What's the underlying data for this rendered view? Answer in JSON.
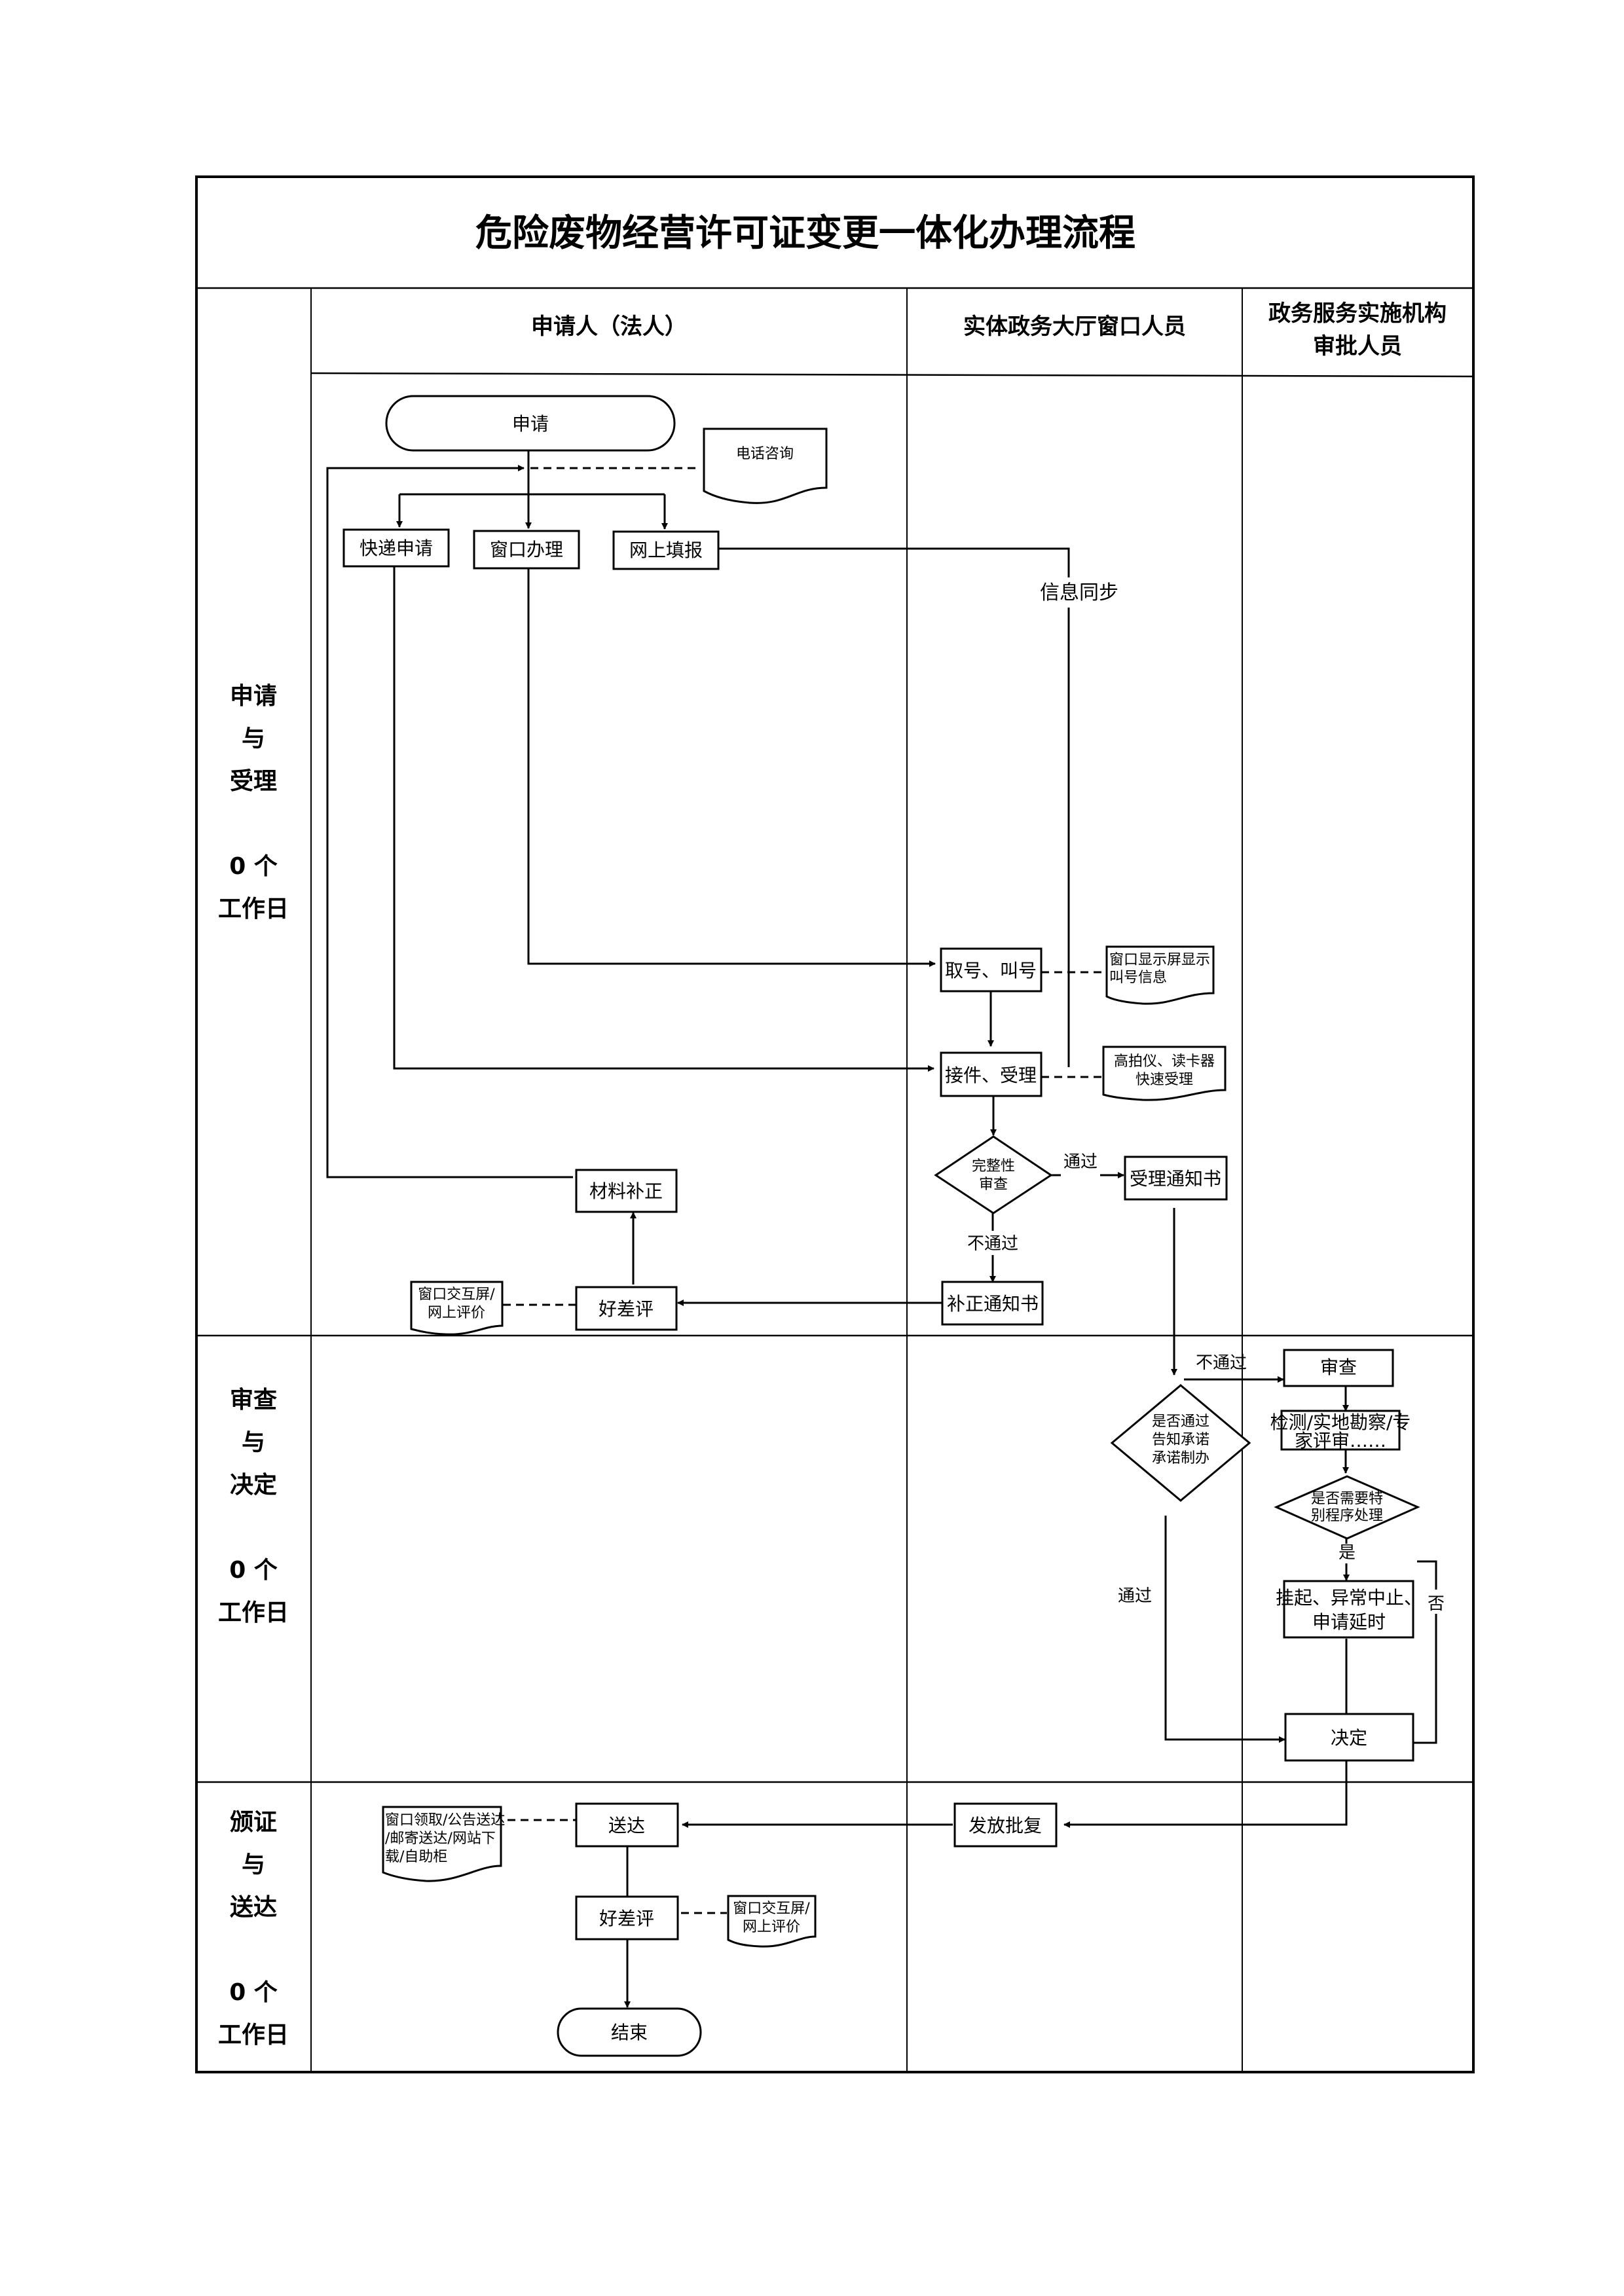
{
  "title": "危险废物经营许可证变更一体化办理流程",
  "lanes": {
    "applicant": "申请人（法人）",
    "window_staff": "实体政务大厅窗口人员",
    "approver_line1": "政务服务实施机构",
    "approver_line2": "审批人员"
  },
  "phases": [
    {
      "line1": "申请",
      "line2": "与",
      "line3": "受理",
      "days": "0 个",
      "unit": "工作日"
    },
    {
      "line1": "审查",
      "line2": "与",
      "line3": "决定",
      "days": "0 个",
      "unit": "工作日"
    },
    {
      "line1": "颁证",
      "line2": "与",
      "line3": "送达",
      "days": "0 个",
      "unit": "工作日"
    }
  ],
  "nodes": {
    "start": "申请",
    "phone_consult": "电话咨询",
    "express_apply": "快递申请",
    "window_handle": "窗口办理",
    "online_fill": "网上填报",
    "info_sync": "信息同步",
    "take_number": "取号、叫号",
    "screen_note_1": "窗口显示屏显示",
    "screen_note_2": "叫号信息",
    "receive_accept": "接件、受理",
    "scanner_note_1": "高拍仪、读卡器",
    "scanner_note_2": "快速受理",
    "completeness_1": "完整性",
    "completeness_2": "审查",
    "pass": "通过",
    "fail": "不通过",
    "accept_notice": "受理通知书",
    "correction_notice": "补正通知书",
    "material_correction": "材料补正",
    "rating_1": "好差评",
    "rating_note_1a": "窗口交互屏/",
    "rating_note_1b": "网上评价",
    "commit_q_1": "是否通过",
    "commit_q_2": "告知承诺",
    "commit_q_3": "承诺制办",
    "commit_pass": "通过",
    "commit_fail": "不通过",
    "review": "审查",
    "inspection_1": "检测/实地勘察/专",
    "inspection_2": "家评审……",
    "special_q_1": "是否需要特",
    "special_q_2": "别程序处理",
    "yes": "是",
    "no": "否",
    "suspend_1": "挂起、异常中止、",
    "suspend_2": "申请延时",
    "decision": "决定",
    "issue_reply": "发放批复",
    "deliver": "送达",
    "deliver_note_1": "窗口领取/公告送达",
    "deliver_note_2": "/邮寄送达/网站下",
    "deliver_note_3": "载/自助柜",
    "rating_2": "好差评",
    "rating_note_2a": "窗口交互屏/",
    "rating_note_2b": "网上评价",
    "end": "结束"
  }
}
